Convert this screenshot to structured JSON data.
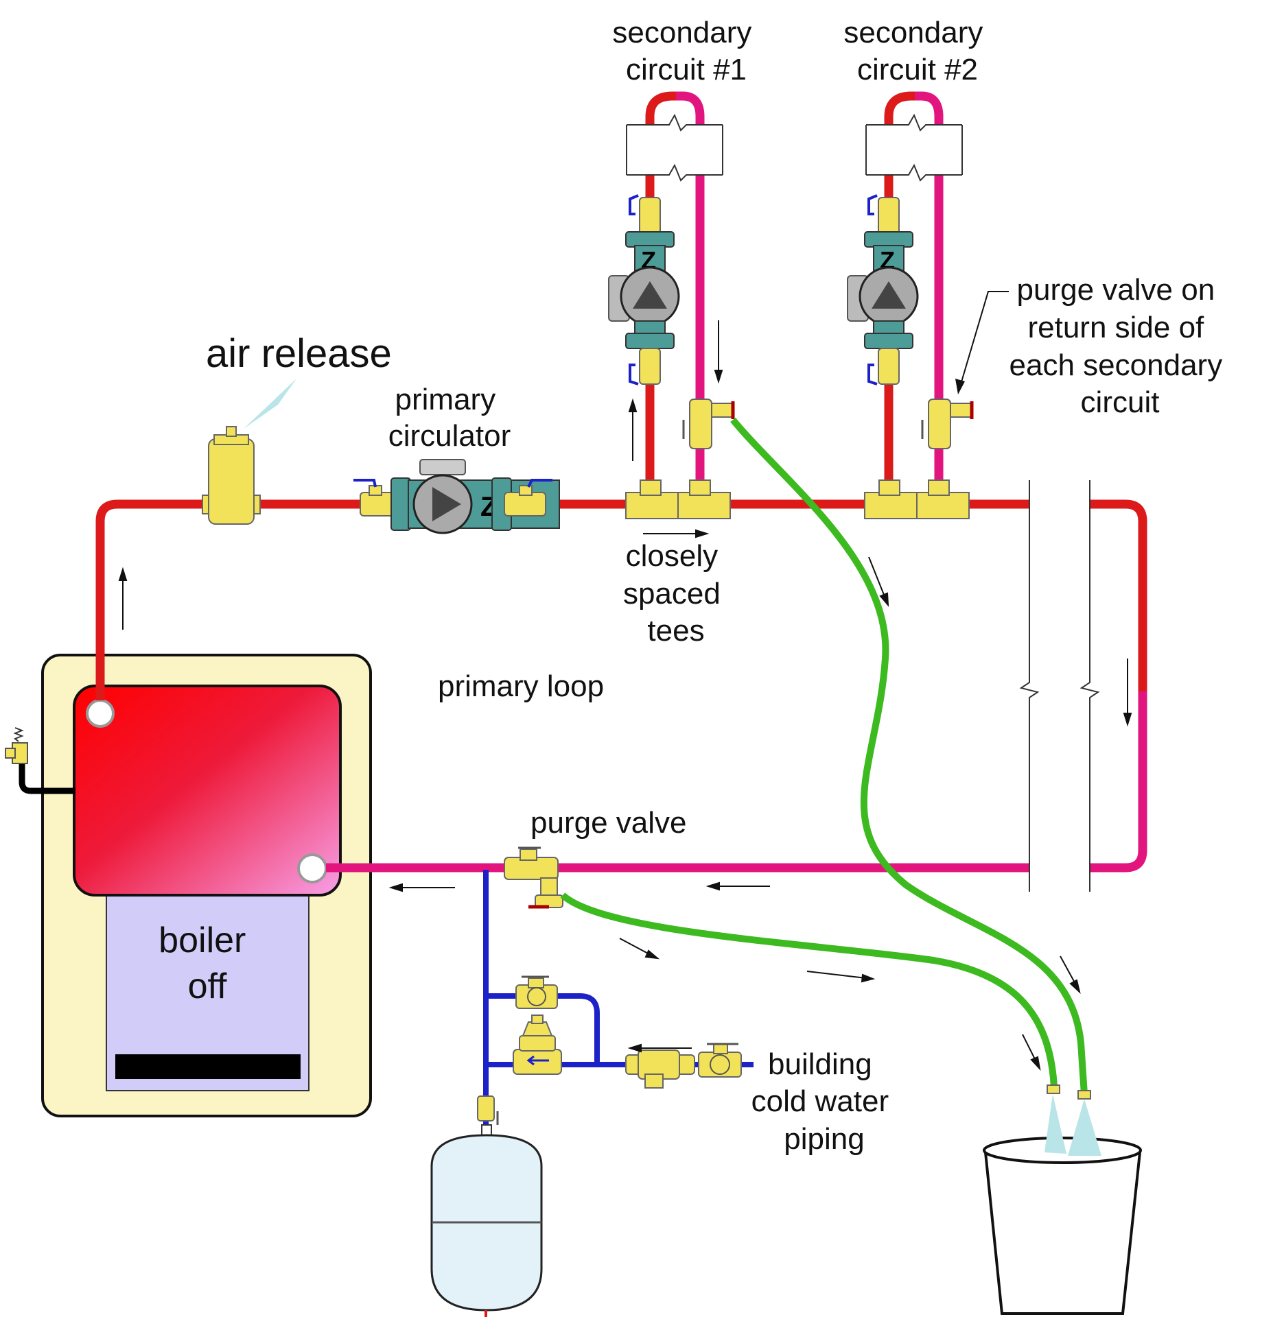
{
  "labels": {
    "secondary_circuit_1": [
      "secondary",
      "circuit #1"
    ],
    "secondary_circuit_2": [
      "secondary",
      "circuit #2"
    ],
    "air_release": "air release",
    "primary_circulator": [
      "primary",
      "circulator"
    ],
    "purge_valve_each": [
      "purge valve on",
      "return side of",
      "each secondary",
      "circuit"
    ],
    "closely_spaced_tees": [
      "closely",
      "spaced",
      "tees"
    ],
    "primary_loop": "primary loop",
    "purge_valve": "purge valve",
    "boiler": [
      "boiler",
      "off"
    ],
    "building_cold_water": [
      "building",
      "cold water",
      "piping"
    ]
  },
  "colors": {
    "supply_pipe": "#dd1a1a",
    "return_pipe": "#e2157f",
    "cold_water_pipe": "#1c22c8",
    "hose": "#3cba1f",
    "brass": "#f2e25a",
    "circulator_body": "#4e9c98",
    "boiler_cabinet": "#fbf5c6",
    "burner_cabinet": "#d2ccf9",
    "water_jet": "#b9e5e8",
    "expansion_tank": "#e2f2f8"
  },
  "icons": [
    "air-vent-icon",
    "circulator-pump-icon",
    "ball-valve-icon",
    "purge-valve-icon",
    "check-valve-icon",
    "pressure-reducing-valve-icon",
    "relief-valve-icon",
    "expansion-tank-icon",
    "bucket-icon",
    "flow-arrow-icon"
  ]
}
